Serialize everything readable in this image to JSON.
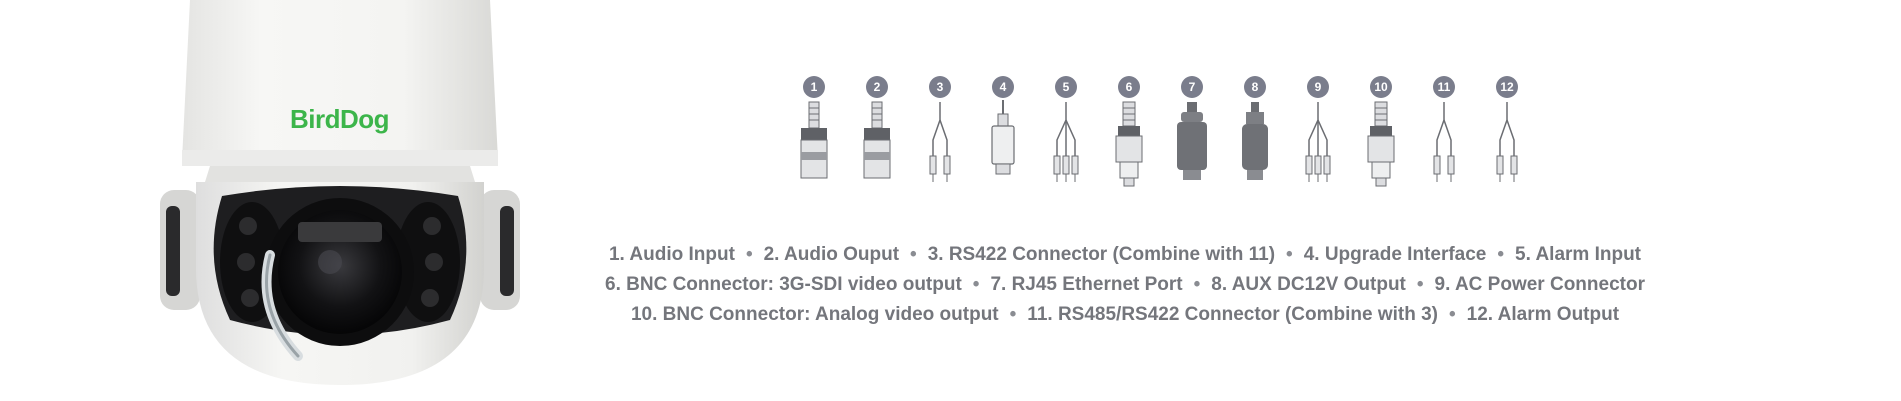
{
  "brand": {
    "logo_text": "BirdDog",
    "logo_color": "#3cb54a"
  },
  "connector_badges": [
    "1",
    "2",
    "3",
    "4",
    "5",
    "6",
    "7",
    "8",
    "9",
    "10",
    "11",
    "12"
  ],
  "connector_icons": [
    "audio-jack-icon",
    "audio-jack-icon",
    "twin-wire-icon",
    "usb-plug-icon",
    "triple-wire-icon",
    "bnc-connector-icon",
    "rj45-plug-icon",
    "dc-plug-icon",
    "triple-wire-icon",
    "bnc-connector-icon",
    "twin-wire-icon",
    "twin-wire-icon"
  ],
  "legend": {
    "lines": [
      [
        "1. Audio Input",
        "2. Audio Ouput",
        "3. RS422 Connector (Combine with 11)",
        "4. Upgrade Interface",
        "5. Alarm Input"
      ],
      [
        "6. BNC Connector: 3G-SDI video output",
        "7. RJ45 Ethernet Port",
        "8. AUX DC12V Output",
        "9. AC Power Connector"
      ],
      [
        "10. BNC Connector: Analog video output",
        "11. RS485/RS422 Connector (Combine with 3)",
        "12. Alarm Output"
      ]
    ],
    "separator": "•"
  },
  "colors": {
    "badge": "#7a7d8c",
    "legend_text": "#74767c",
    "connector_metal": "#d9dadd",
    "connector_dark": "#6b6d72"
  }
}
